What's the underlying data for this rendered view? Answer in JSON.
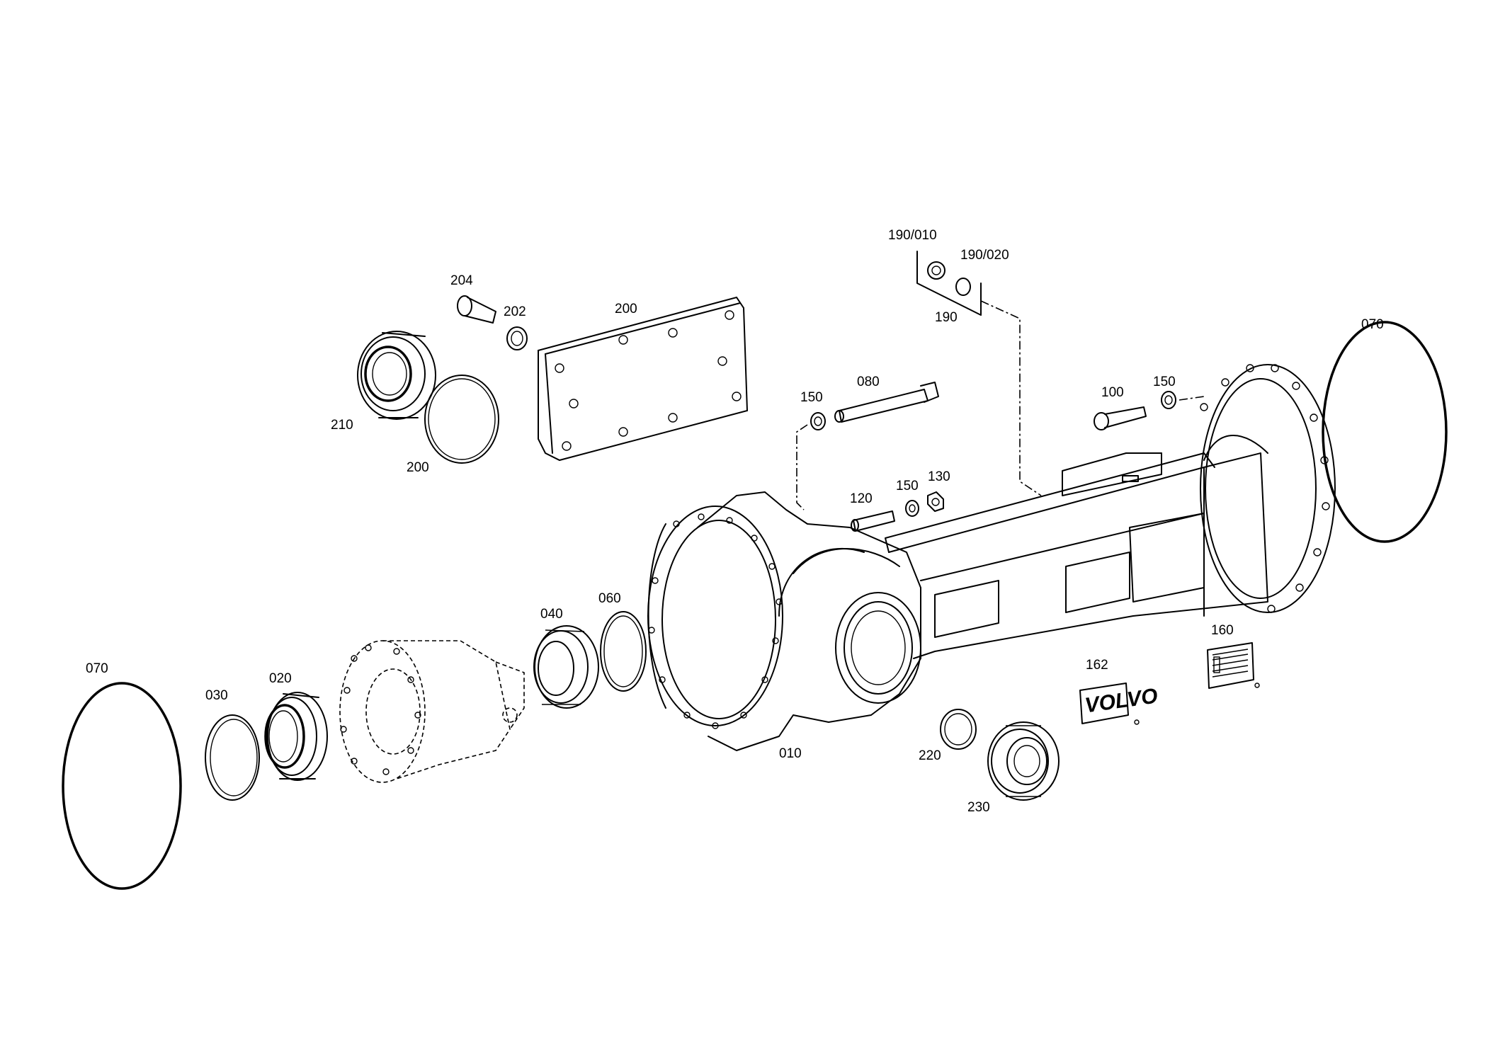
{
  "labels": {
    "p190_010": "190/010",
    "p190_020": "190/020",
    "p190": "190",
    "p204": "204",
    "p202": "202",
    "p200_cover": "200",
    "p200_ring": "200",
    "p210": "210",
    "p070_right": "070",
    "p070_left": "070",
    "p150_a": "150",
    "p080": "080",
    "p100": "100",
    "p150_b": "150",
    "p120": "120",
    "p150_c": "150",
    "p130": "130",
    "p040": "040",
    "p060": "060",
    "p030": "030",
    "p020": "020",
    "p010": "010",
    "p160": "160",
    "p162": "162",
    "p220": "220",
    "p230": "230"
  },
  "plate_logo": "VOLVO"
}
